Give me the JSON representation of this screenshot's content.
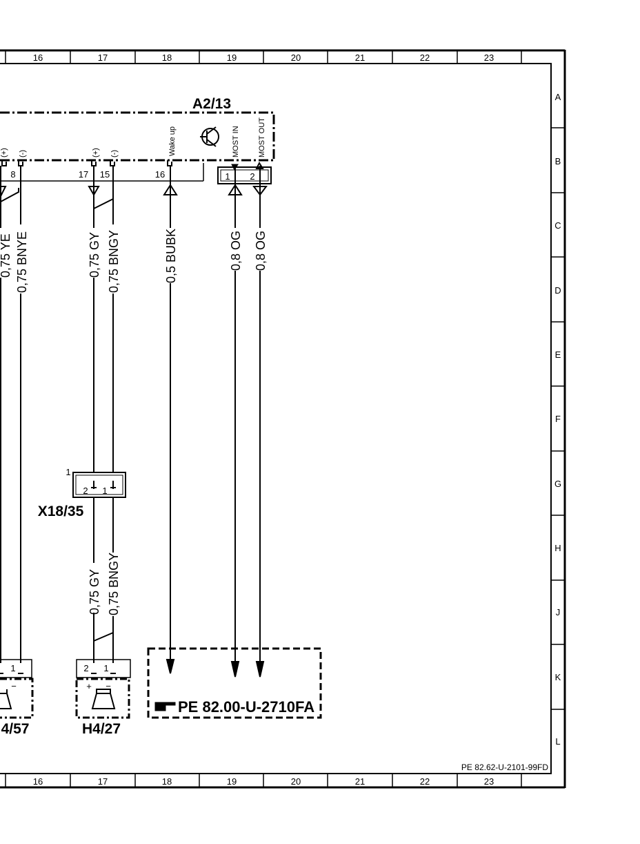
{
  "frame": {
    "columns": [
      "16",
      "17",
      "18",
      "19",
      "20",
      "21",
      "22",
      "23"
    ],
    "rows": [
      "A",
      "B",
      "C",
      "D",
      "E",
      "F",
      "G",
      "H",
      "J",
      "K",
      "L"
    ],
    "document_id": "PE 82.62-U-2101-99FD"
  },
  "components": {
    "a2_13": {
      "name": "A2/13",
      "pins_labels": [
        "(+)",
        "(-)",
        "(+)",
        "(-)",
        "Wake up",
        "MOST IN",
        "MOST OUT"
      ],
      "pin_numbers": [
        "8",
        "17",
        "15",
        "16",
        "1",
        "2"
      ]
    },
    "x18_35": {
      "name": "X18/35",
      "pin_numbers": [
        "1",
        "2",
        "1"
      ]
    },
    "h4_27": {
      "name": "H4/27",
      "pin_numbers": [
        "2",
        "1"
      ],
      "polarity": [
        "+",
        "−"
      ]
    },
    "h4_57": {
      "name": "4/57",
      "pin_numbers": [
        "1"
      ],
      "polarity": [
        "−"
      ]
    }
  },
  "wires": [
    {
      "label": "0,75 YE"
    },
    {
      "label": "0,75 BNYE"
    },
    {
      "label": "0,75 GY"
    },
    {
      "label": "0,75 BNGY"
    },
    {
      "label": "0,5 BUBK"
    },
    {
      "label": "0,8 OG"
    },
    {
      "label": "0,8 OG"
    },
    {
      "label": "0,75 GY"
    },
    {
      "label": "0,75 BNGY"
    }
  ],
  "reference": {
    "text": "PE  82.00-U-2710FA",
    "icon": "pointing-hand-icon"
  }
}
